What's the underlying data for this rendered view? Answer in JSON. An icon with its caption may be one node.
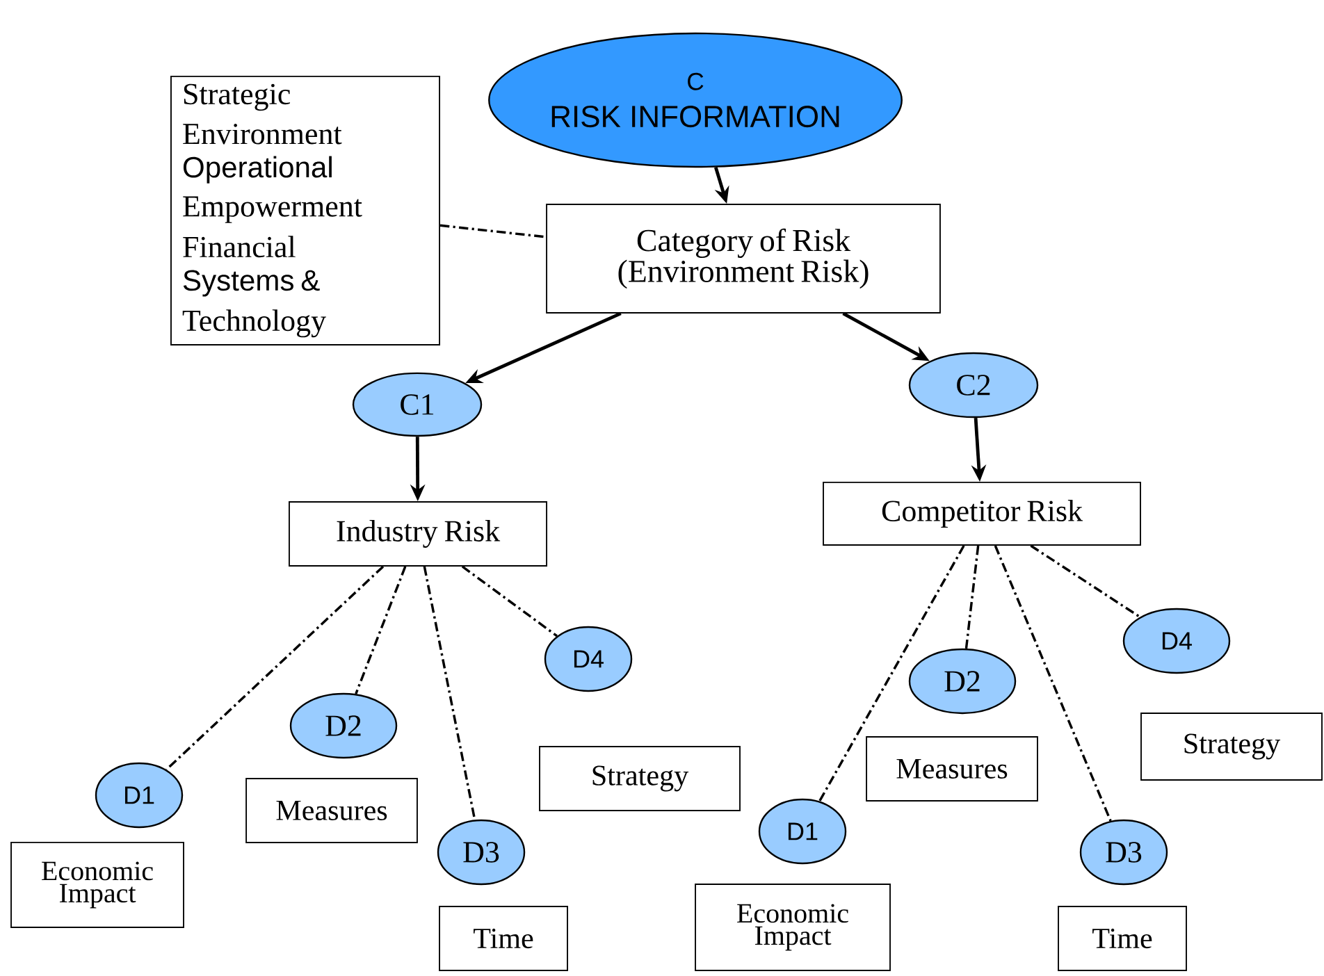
{
  "diagram": {
    "nodes": [
      {
        "text": [
          "C",
          "RISK INFORMATION"
        ]
      },
      {
        "text": [
          "Strategic",
          "Environment",
          "Operational",
          "Empowerment",
          "Financial",
          "Systems &",
          "Technology"
        ]
      },
      {
        "text": [
          "Category of Risk (Environment Risk)"
        ]
      },
      {
        "text": [
          "C1"
        ]
      },
      {
        "text": [
          "C2"
        ]
      },
      {
        "text": [
          "Industry Risk"
        ]
      },
      {
        "text": [
          "Competitor Risk"
        ]
      },
      {
        "text": [
          "D1"
        ]
      },
      {
        "text": [
          "D2"
        ]
      },
      {
        "text": [
          "D3"
        ]
      },
      {
        "text": [
          "D4"
        ]
      },
      {
        "text": [
          "Economic Impact"
        ]
      },
      {
        "text": [
          "Measures"
        ]
      },
      {
        "text": [
          "Time"
        ]
      },
      {
        "text": [
          "Strategy"
        ]
      },
      {
        "text": [
          "D1"
        ]
      },
      {
        "text": [
          "D2"
        ]
      },
      {
        "text": [
          "D3"
        ]
      },
      {
        "text": [
          "D4"
        ]
      },
      {
        "text": [
          "Economic Impact"
        ]
      },
      {
        "text": [
          "Measures"
        ]
      },
      {
        "text": [
          "Time"
        ]
      },
      {
        "text": [
          "Strategy"
        ]
      }
    ],
    "edges": [
      {
        "from": 0,
        "to": 2,
        "arrow": "to"
      },
      {
        "from": 1,
        "to": 2,
        "arrow": "none",
        "style": "dashed"
      },
      {
        "from": 2,
        "to": 3,
        "arrow": "to"
      },
      {
        "from": 2,
        "to": 4,
        "arrow": "to"
      },
      {
        "from": 3,
        "to": 5,
        "arrow": "to"
      },
      {
        "from": 4,
        "to": 6,
        "arrow": "to"
      },
      {
        "from": 5,
        "to": 7,
        "arrow": "none",
        "style": "dashed"
      },
      {
        "from": 5,
        "to": 8,
        "arrow": "none",
        "style": "dashed"
      },
      {
        "from": 5,
        "to": 9,
        "arrow": "none",
        "style": "dashed"
      },
      {
        "from": 5,
        "to": 10,
        "arrow": "none",
        "style": "dashed"
      },
      {
        "from": 6,
        "to": 15,
        "arrow": "none",
        "style": "dashed"
      },
      {
        "from": 6,
        "to": 16,
        "arrow": "none",
        "style": "dashed"
      },
      {
        "from": 6,
        "to": 17,
        "arrow": "none",
        "style": "dashed"
      },
      {
        "from": 6,
        "to": 18,
        "arrow": "none",
        "style": "dashed"
      }
    ]
  }
}
